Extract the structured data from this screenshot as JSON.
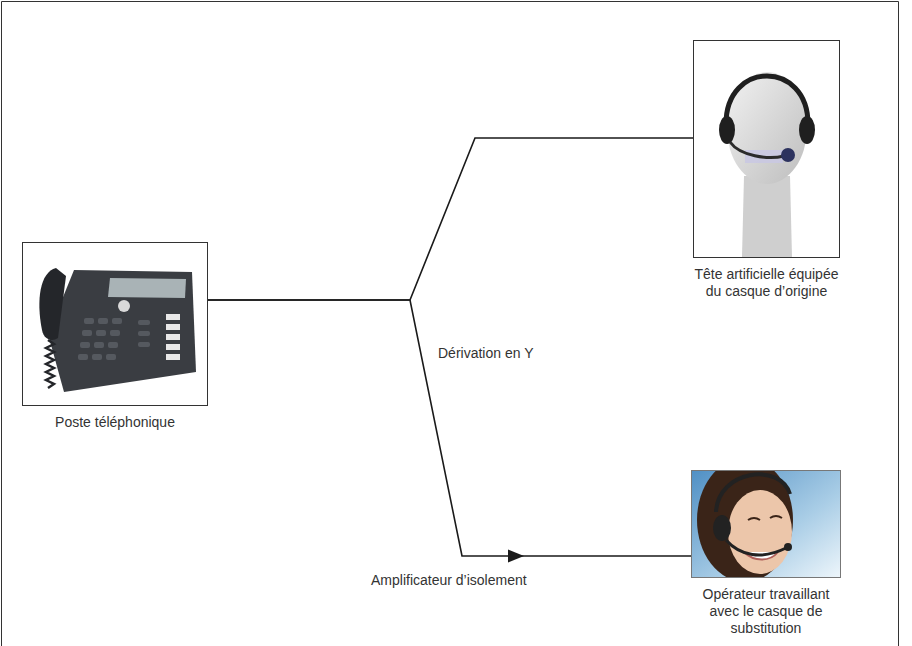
{
  "diagram": {
    "nodes": [
      {
        "text": [
          "Poste téléphonique"
        ]
      },
      {
        "text": [
          "Tête artificielle équipée du casque d’origine"
        ]
      },
      {
        "text": [
          "Opérateur travaillant avec le casque de substitution"
        ]
      }
    ],
    "edges": [
      {
        "from": 0,
        "to": 1,
        "arrow": "none"
      },
      {
        "from": 0,
        "to": 2,
        "arrow": "to",
        "label": "Amplificateur d’isolement"
      }
    ],
    "labels": [
      "Dérivation en Y"
    ]
  }
}
